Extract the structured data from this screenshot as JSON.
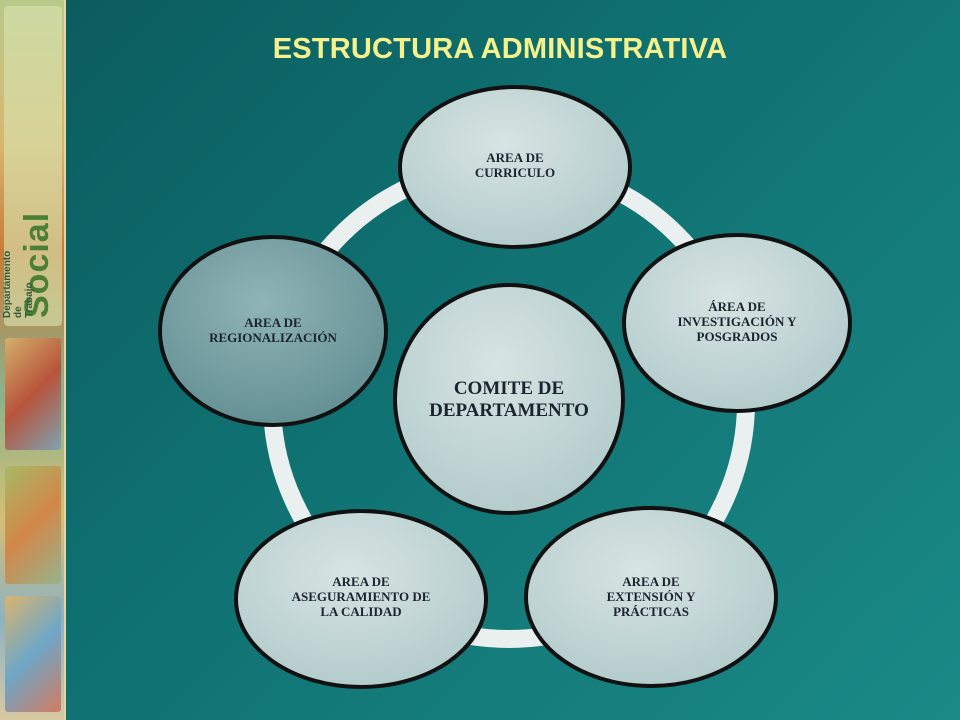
{
  "title": "ESTRUCTURA ADMINISTRATIVA",
  "center": "COMITE DE\nDEPARTAMENTO",
  "nodes": {
    "curriculo": "AREA DE\nCURRICULO",
    "investigacion": "ÁREA DE\nINVESTIGACIÓN Y\nPOSGRADOS",
    "extension": "AREA DE\nEXTENSIÓN Y\nPRÁCTICAS",
    "calidad": "AREA DE\nASEGURAMIENTO DE\nLA CALIDAD",
    "regionalizacion": "AREA DE\nREGIONALIZACIÓN"
  },
  "sidebar": {
    "brand": "Social",
    "department": "Departamento de\nTrabajo"
  },
  "colors": {
    "title": "#f5f28b",
    "background": "#0f6f70",
    "node_fill": "#b8d1d1",
    "node_dark_fill": "#5f8d92",
    "outline": "#111111"
  }
}
